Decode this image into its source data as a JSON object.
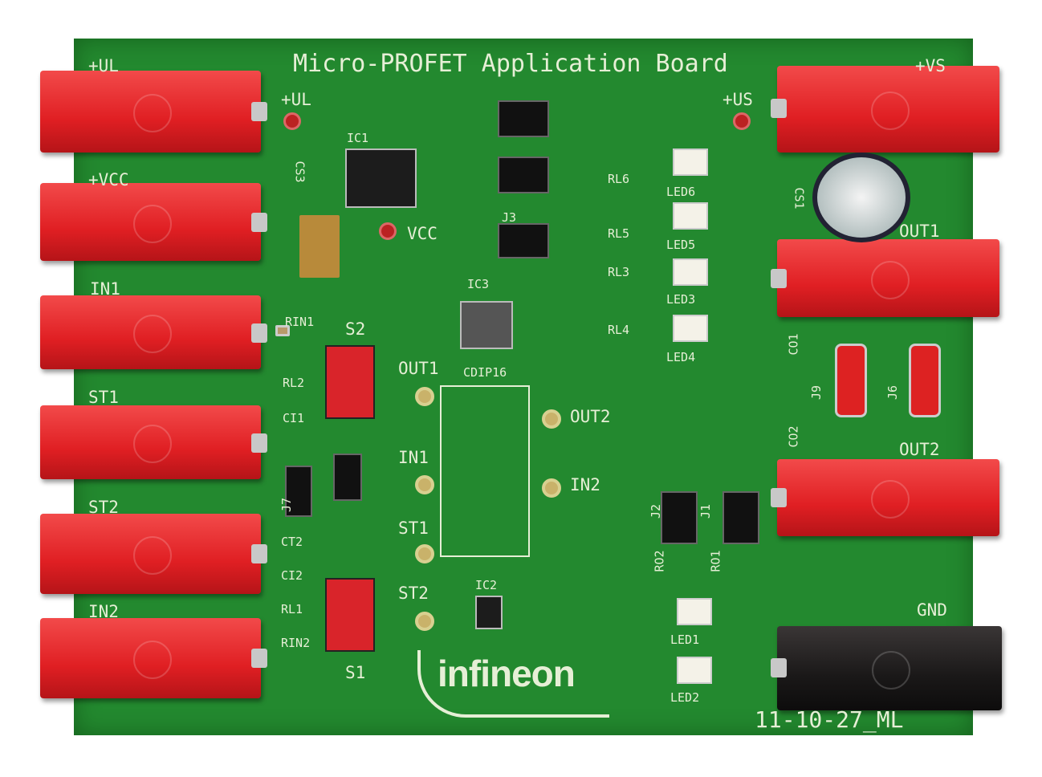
{
  "board": {
    "title": "Micro-PROFET Application Board",
    "revision": "11-10-27_ML",
    "logo": "infineon",
    "color": "#23892f"
  },
  "connectors_left": [
    "+UL",
    "+VCC",
    "IN1",
    "ST1",
    "ST2",
    "IN2"
  ],
  "connectors_right": [
    "+VS",
    "OUT1",
    "OUT2",
    "GND"
  ],
  "testpoints": {
    "ul": "+UL",
    "us": "+US",
    "vcc": "VCC",
    "out1": "OUT1",
    "out2": "OUT2",
    "in1": "IN1",
    "in2": "IN2",
    "st1": "ST1",
    "st2": "ST2"
  },
  "components": {
    "ic1": "IC1",
    "ic2": "IC2",
    "ic3": "IC3",
    "cdip": "CDIP16",
    "cs3": "CS3",
    "cs1": "CS1",
    "j3": "J3",
    "rl6": "RL6",
    "rl5": "RL5",
    "rl3": "RL3",
    "rl4": "RL4",
    "led6": "LED6",
    "led5": "LED5",
    "led3": "LED3",
    "led4": "LED4",
    "led1": "LED1",
    "led2": "LED2",
    "rin1": "RIN1",
    "rin2": "RIN2",
    "rl2": "RL2",
    "rl1": "RL1",
    "ci1": "CI1",
    "ci2": "CI2",
    "ct2": "CT2",
    "s1": "S1",
    "s2": "S2",
    "j7": "J7",
    "j1": "J1",
    "j2": "J2",
    "j6": "J6",
    "j9": "J9",
    "co1": "CO1",
    "co2": "CO2",
    "ro1": "RO1",
    "ro2": "RO2"
  }
}
